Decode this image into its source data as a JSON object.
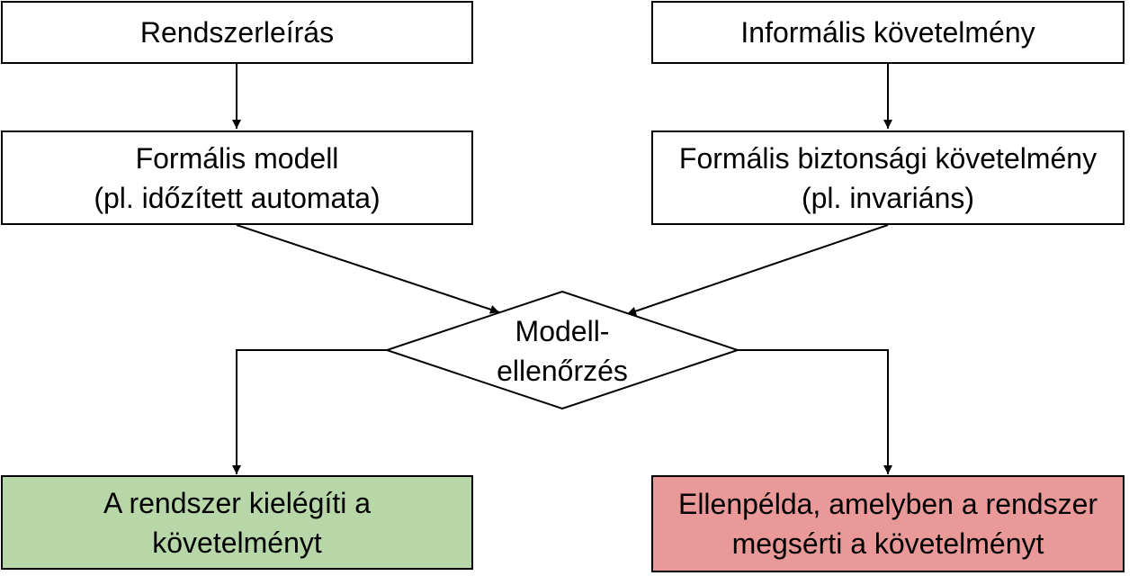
{
  "nodes": {
    "system_description": {
      "lines": [
        "Rendszerleírás"
      ]
    },
    "informal_requirement": {
      "lines": [
        "Informális követelmény"
      ]
    },
    "formal_model": {
      "lines": [
        "Formális modell",
        "(pl. időzített automata)"
      ]
    },
    "formal_safety_requirement": {
      "lines": [
        "Formális biztonsági követelmény",
        "(pl. invariáns)"
      ]
    },
    "model_checking": {
      "lines": [
        "Modell-",
        "ellenőrzés"
      ]
    },
    "requirement_satisfied": {
      "lines": [
        "A rendszer kielégíti a",
        "követelményt"
      ],
      "fill_color": "#b7d7a8"
    },
    "counterexample": {
      "lines": [
        "Ellenpélda, amelyben a rendszer",
        "megsérti a követelményt"
      ],
      "fill_color": "#ea9999"
    }
  },
  "colors": {
    "stroke": "#000000",
    "default_fill": "#ffffff"
  }
}
